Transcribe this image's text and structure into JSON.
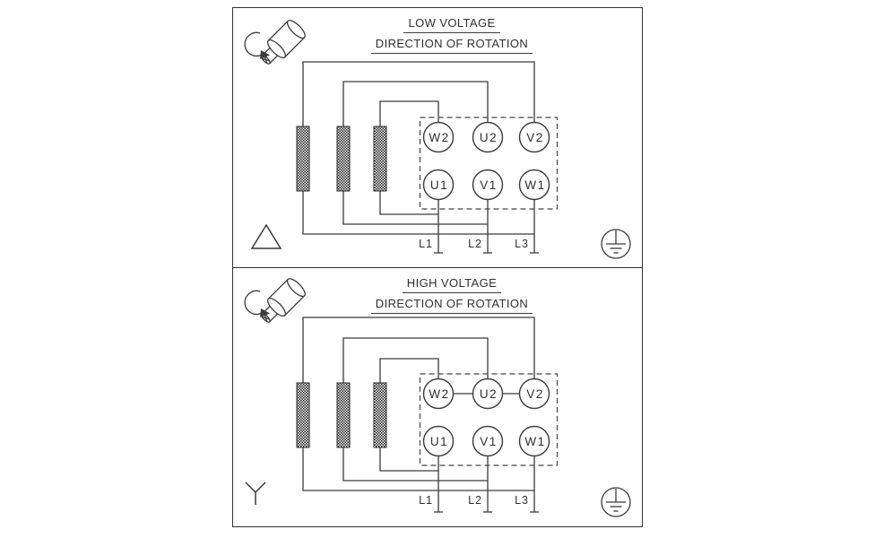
{
  "colors": {
    "background": "#ffffff",
    "line_stroke": "#3a3a3a",
    "text": "#2f2f2f",
    "panel_border": "#333333"
  },
  "panels": [
    {
      "title": "LOW VOLTAGE",
      "subtitle": "DIRECTION OF ROTATION",
      "connection_symbol": "delta",
      "terminals": {
        "top": [
          "W2",
          "U2",
          "V2"
        ],
        "bottom": [
          "U1",
          "V1",
          "W1"
        ]
      },
      "supply_lines": [
        "L1",
        "L2",
        "L3"
      ]
    },
    {
      "title": "HIGH VOLTAGE",
      "subtitle": "DIRECTION OF ROTATION",
      "connection_symbol": "star",
      "terminals": {
        "top": [
          "W2",
          "U2",
          "V2"
        ],
        "bottom": [
          "U1",
          "V1",
          "W1"
        ]
      },
      "supply_lines": [
        "L1",
        "L2",
        "L3"
      ]
    }
  ],
  "icons": {
    "motor": "motor-shaft-icon",
    "rotation": "rotation-arrow-icon",
    "delta": "delta-symbol",
    "star": "star-symbol",
    "ground": "earth-ground-icon"
  }
}
